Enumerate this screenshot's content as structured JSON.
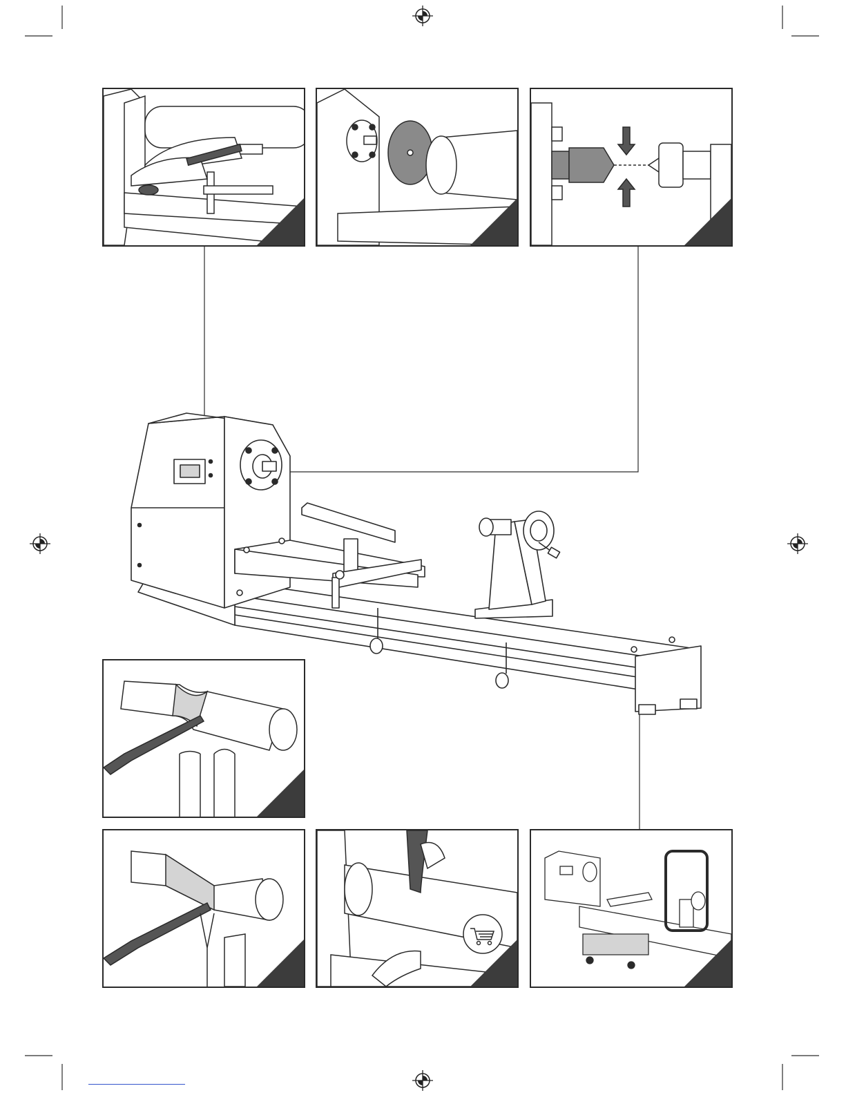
{
  "document": {
    "type": "instruction-manual-illustration-page",
    "colors": {
      "ink": "#2a2a2a",
      "panel_corner": "#3c3c3c",
      "fill_grey": "#d4d4d4",
      "fill_dark": "#8a8a8a",
      "link": "#3355cc"
    },
    "panels": [
      {
        "key": "tool-rest-adjust"
      },
      {
        "key": "faceplate-mount"
      },
      {
        "key": "center-alignment"
      },
      {
        "key": "gouge-turning"
      },
      {
        "key": "skew-chisel-turning"
      },
      {
        "key": "sanding"
      },
      {
        "key": "lathe-on-stand"
      }
    ],
    "icons": [
      "registration-mark-icon",
      "shopping-cart-icon"
    ]
  }
}
